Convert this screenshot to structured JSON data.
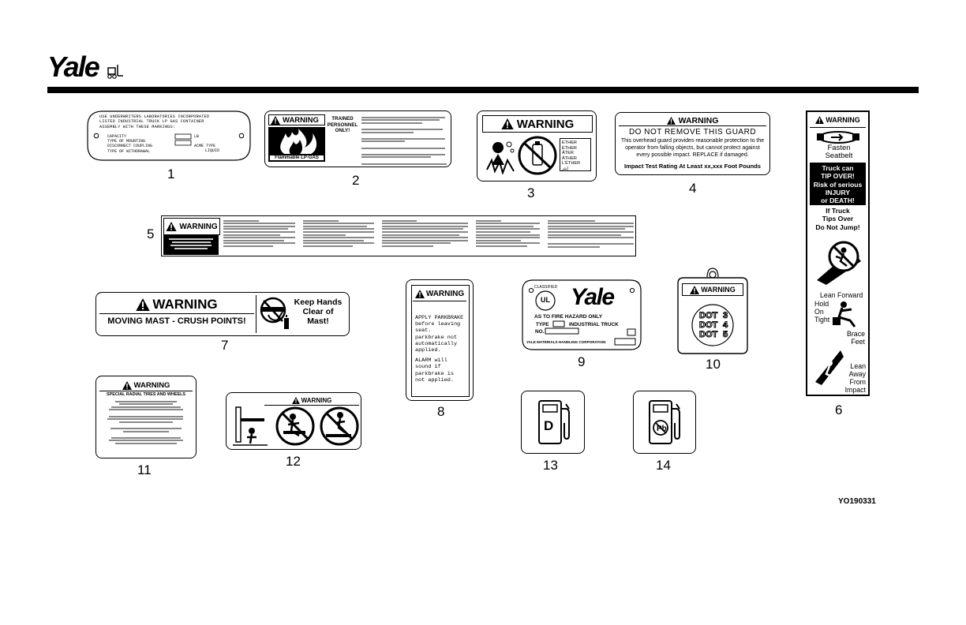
{
  "header": {
    "brand": "Yale",
    "figure_id": "YO190331"
  },
  "decals": {
    "d1": {
      "num": "1",
      "lines": [
        "USE UNDERWRITERS LABORATORIES INCORPORATED",
        "LISTED INDUSTRIAL TRUCK LP GAS CONTAINER",
        "ASSEMBLY WITH THESE MARKINGS:"
      ],
      "fields": [
        "CAPACITY",
        "TYPE OF MOUNTING",
        "DISCONNECT COUPLING",
        "TYPE OF WITHDRAWAL"
      ],
      "unit": "LB",
      "acme": "ACME TYPE",
      "liquid": "LIQUID"
    },
    "d2": {
      "num": "2",
      "warning": "WARNING",
      "trained": "TRAINED PERSONNEL ONLY!",
      "caption": "Flammable LP-GAS"
    },
    "d3": {
      "num": "3",
      "warning": "WARNING",
      "words": [
        "ETHER",
        "ÉTHER",
        "ÄTER",
        "ÄTHER",
        "L'ÉTHER",
        "إيثر"
      ]
    },
    "d4": {
      "num": "4",
      "warning": "WARNING",
      "title": "DO NOT REMOVE THIS GUARD",
      "body": "This overhead guard provides reasonable protection to the operator from falling objects, but cannot protect against every possible impact. REPLACE if damaged.",
      "rating": "Impact Test Rating At Least xx,xxx Foot Pounds"
    },
    "d5": {
      "num": "5",
      "warning": "WARNING"
    },
    "d6": {
      "num": "6",
      "warning": "WARNING",
      "fasten": "Fasten Seatbelt",
      "tip": [
        "Truck can",
        "TIP OVER!",
        "Risk of serious",
        "INJURY",
        "or DEATH!"
      ],
      "jump": [
        "If Truck",
        "Tips Over",
        "Do Not Jump!"
      ],
      "lean": "Lean Forward",
      "hold": [
        "Hold",
        "On",
        "Tight"
      ],
      "brace": [
        "Brace",
        "Feet"
      ],
      "away": [
        "Lean",
        "Away",
        "From",
        "Impact"
      ]
    },
    "d7": {
      "num": "7",
      "warning": "WARNING",
      "mast": "MOVING MAST - CRUSH POINTS!",
      "keep": [
        "Keep Hands",
        "Clear of",
        "Mast!"
      ]
    },
    "d8": {
      "num": "8",
      "warning": "WARNING",
      "p1": [
        "APPLY PARKBRAKE",
        "before leaving",
        "seat.",
        "parkbrake not",
        "automatically",
        "applied."
      ],
      "p2": [
        "ALARM will",
        "sound if",
        "parkbrake is",
        "not applied."
      ]
    },
    "d9": {
      "num": "9",
      "classified": "CLASSIFIED",
      "ul": "UL",
      "brand": "Yale",
      "hazard": "AS TO FIRE HAZARD ONLY",
      "type": "TYPE",
      "truck": "INDUSTRIAL TRUCK",
      "no": "NO.",
      "corp": "YALE MATERIALS HANDLING CORPORATION"
    },
    "d10": {
      "num": "10",
      "warning": "WARNING",
      "dot": [
        "DOT",
        "DOT",
        "DOT"
      ],
      "dotnum": [
        "3",
        "4",
        "5"
      ]
    },
    "d11": {
      "num": "11",
      "warning": "WARNING",
      "title": "SPECIAL RADIAL TIRES AND WHEELS"
    },
    "d12": {
      "num": "12",
      "warning": "WARNING"
    },
    "d13": {
      "num": "13",
      "letter": "D"
    },
    "d14": {
      "num": "14"
    }
  }
}
